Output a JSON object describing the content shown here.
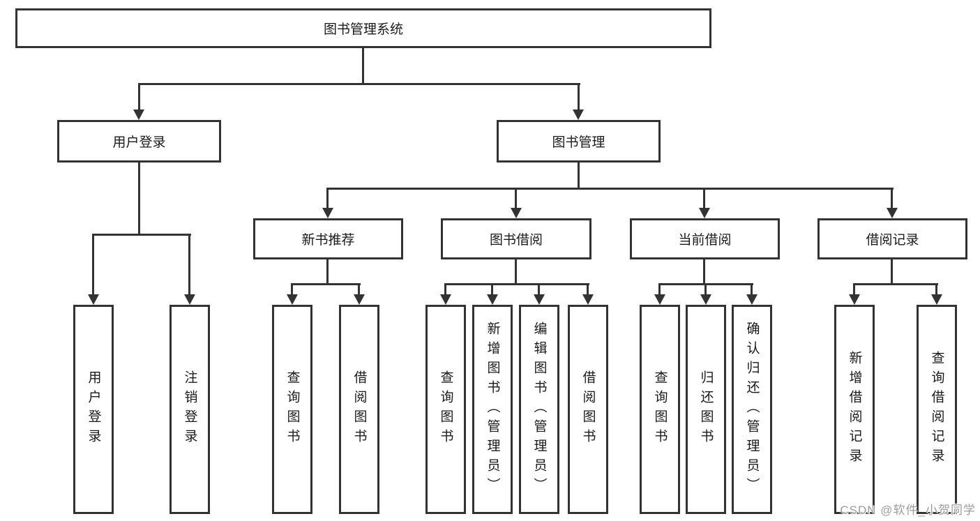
{
  "title": {
    "label": "图书管理系统"
  },
  "branches": [
    {
      "label": "用户登录",
      "leaves": [
        {
          "label": "用户登录"
        },
        {
          "label": "注销登录"
        }
      ]
    },
    {
      "label": "图书管理",
      "groups": [
        {
          "label": "新书推荐",
          "leaves": [
            {
              "label": "查询图书"
            },
            {
              "label": "借阅图书"
            }
          ]
        },
        {
          "label": "图书借阅",
          "leaves": [
            {
              "label": "查询图书"
            },
            {
              "label": "新增图书（管理员）"
            },
            {
              "label": "编辑图书（管理员）"
            },
            {
              "label": "借阅图书"
            }
          ]
        },
        {
          "label": "当前借阅",
          "leaves": [
            {
              "label": "查询图书"
            },
            {
              "label": "归还图书"
            },
            {
              "label": "确认归还（管理员）"
            }
          ]
        },
        {
          "label": "借阅记录",
          "leaves": [
            {
              "label": "新增借阅记录"
            },
            {
              "label": "查询借阅记录"
            }
          ]
        }
      ]
    }
  ],
  "watermark": {
    "text": "CSDN @软件_小贺同学",
    "color": "#9c9c9c"
  },
  "colors": {
    "line": "#333333",
    "text": "#1a1a1a",
    "background": "#ffffff"
  }
}
